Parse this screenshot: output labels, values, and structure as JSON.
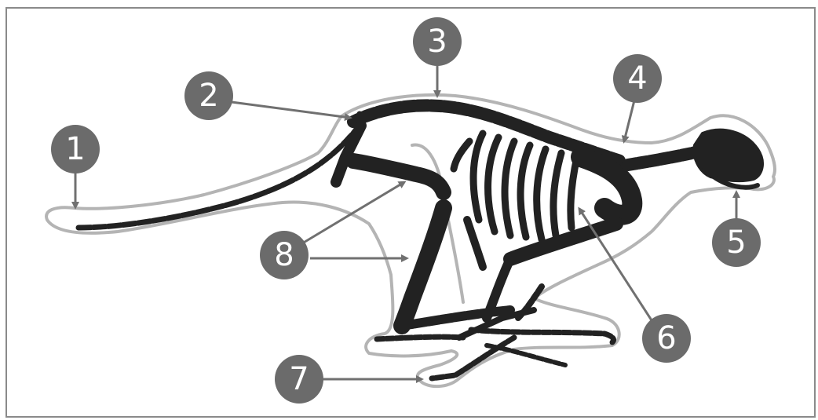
{
  "diagram": {
    "labels": [
      {
        "id": "1",
        "text": "1"
      },
      {
        "id": "2",
        "text": "2"
      },
      {
        "id": "3",
        "text": "3"
      },
      {
        "id": "4",
        "text": "4"
      },
      {
        "id": "5",
        "text": "5"
      },
      {
        "id": "6",
        "text": "6"
      },
      {
        "id": "7",
        "text": "7"
      },
      {
        "id": "8",
        "text": "8"
      }
    ],
    "colors": {
      "badge": "#6b6b6b",
      "bone": "#222222",
      "outline": "#b4b4b4",
      "arrow": "#707070",
      "frame": "#8a8a8a"
    }
  }
}
